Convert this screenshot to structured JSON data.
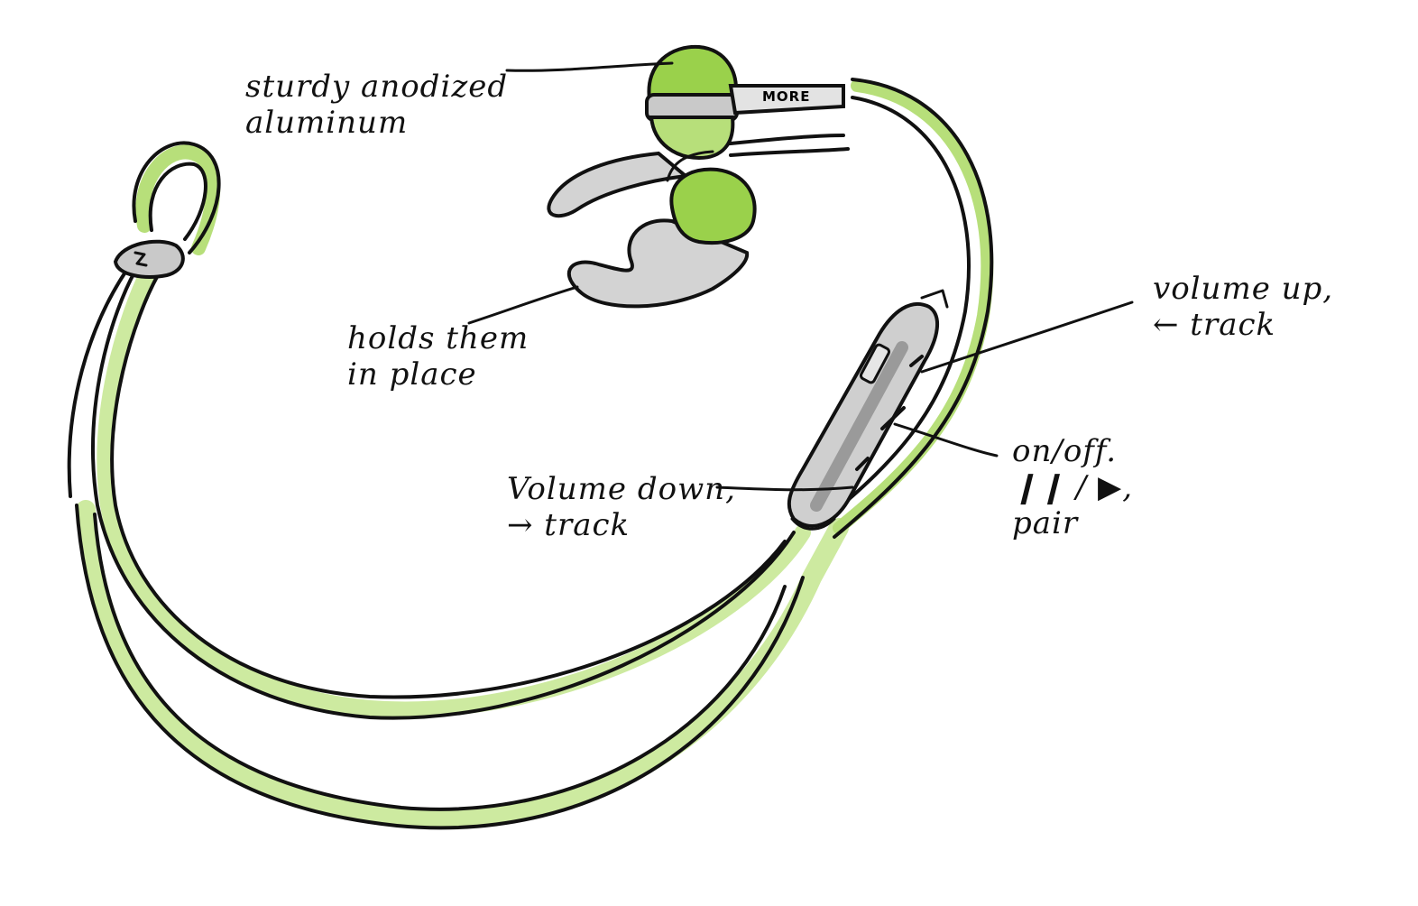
{
  "colors": {
    "cord_green": "#9ad14b",
    "cord_light": "#cdeaa0",
    "bud_green": "#8cc63f",
    "gray_shade": "#c9c9c9",
    "ink": "#111111"
  },
  "brand_mark": "MORE",
  "annotations": {
    "aluminum": {
      "line1": "sturdy anodized",
      "line2": "aluminum"
    },
    "hooks": {
      "line1": "holds them",
      "line2": "in place"
    },
    "volume_up": {
      "line1": "volume up,",
      "line2": "← track"
    },
    "power": {
      "line1": "on/off.",
      "line2": "❙❙ / ▶,",
      "line3": "pair"
    },
    "volume_down": {
      "line1": "Volume down,",
      "line2": "→ track"
    }
  }
}
